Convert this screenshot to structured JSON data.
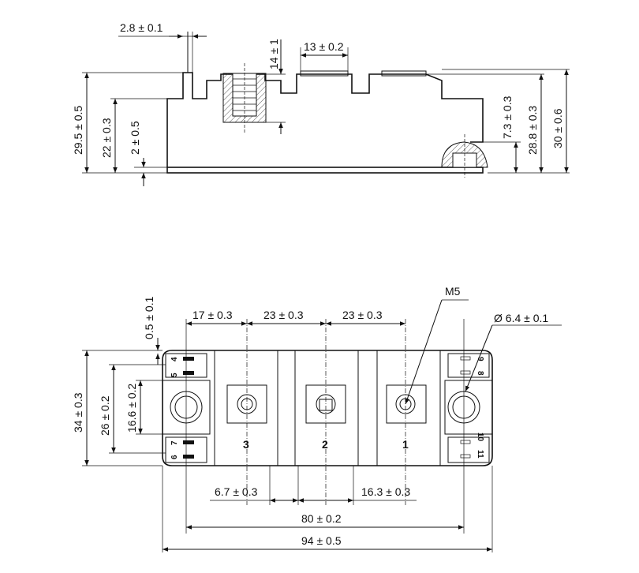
{
  "side_view": {
    "dims": {
      "tab_thickness": "2.8 ± 0.1",
      "terminal_depth": "14 ± 1",
      "terminal_width": "13 ± 0.2",
      "overall_height": "29.5 ± 0.5",
      "body_height": "22 ± 0.3",
      "base_thickness": "2 ± 0.5",
      "mount_height": "7.3 ± 0.3",
      "total_height_a": "28.8 ± 0.3",
      "total_height_b": "30 ± 0.6"
    }
  },
  "top_view": {
    "dims": {
      "edge_margin": "0.5 ± 0.1",
      "term3_offset": "17 ± 0.3",
      "pitch_a": "23 ± 0.3",
      "pitch_b": "23 ± 0.3",
      "screw": "M5",
      "hole_dia": "Ø  6.4 ± 0.1",
      "width": "34 ± 0.3",
      "inner_width": "26 ± 0.2",
      "hole_spacing": "16.6 ± 0.2",
      "gap_left": "6.7 ± 0.3",
      "gap_right": "16.3 ± 0.3",
      "mount_pitch": "80 ± 0.2",
      "overall_length": "94 ± 0.5"
    },
    "terminals": [
      "3",
      "2",
      "1"
    ],
    "pins_left": [
      "4",
      "5",
      "7",
      "6"
    ],
    "pins_right": [
      "9",
      "8",
      "10",
      "11"
    ]
  }
}
